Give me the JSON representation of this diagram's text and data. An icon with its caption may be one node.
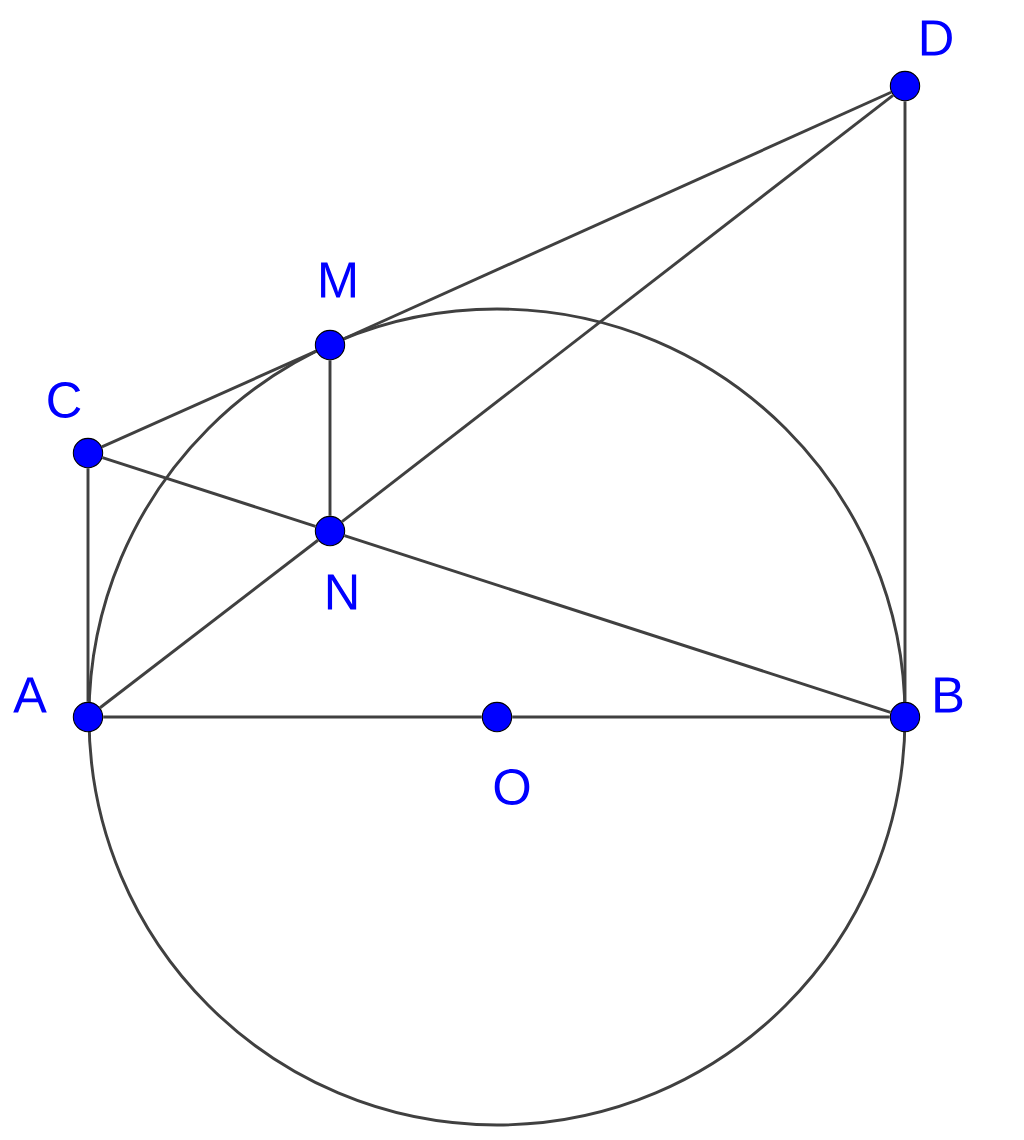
{
  "diagram": {
    "nodes": [
      {
        "text": [],
        "shape": "circle",
        "beside": [
          "D"
        ]
      },
      {
        "text": [],
        "shape": "circle",
        "beside": [
          "M"
        ]
      },
      {
        "text": [],
        "shape": "circle",
        "beside": [
          "C"
        ]
      },
      {
        "text": [],
        "shape": "circle",
        "beside": [
          "N"
        ]
      },
      {
        "text": [],
        "shape": "circle",
        "beside": [
          "A"
        ]
      },
      {
        "text": [],
        "shape": "circle",
        "beside": [
          "O"
        ]
      },
      {
        "text": [],
        "shape": "circle",
        "beside": [
          "B"
        ]
      }
    ],
    "edges": [
      {
        "from": 2,
        "to": 1,
        "arrow": "none"
      },
      {
        "from": 1,
        "to": 0,
        "arrow": "none"
      },
      {
        "from": 0,
        "to": 6,
        "arrow": "none"
      },
      {
        "from": 2,
        "to": 4,
        "arrow": "none"
      },
      {
        "from": 1,
        "to": 3,
        "arrow": "none"
      },
      {
        "from": 2,
        "to": 3,
        "arrow": "none"
      },
      {
        "from": 3,
        "to": 6,
        "arrow": "none"
      },
      {
        "from": 4,
        "to": 3,
        "arrow": "none"
      },
      {
        "from": 3,
        "to": 0,
        "arrow": "none"
      },
      {
        "from": 4,
        "to": 5,
        "arrow": "none"
      },
      {
        "from": 5,
        "to": 6,
        "arrow": "none"
      }
    ]
  }
}
